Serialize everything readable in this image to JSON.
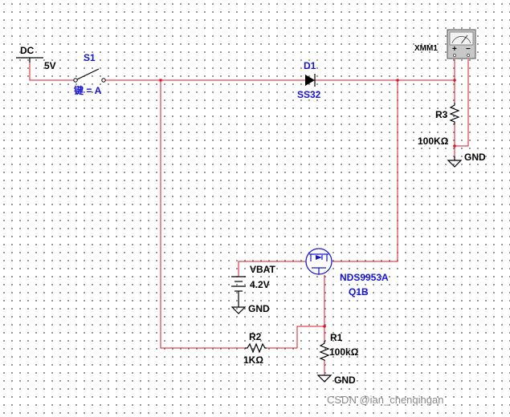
{
  "source": {
    "name": "DC",
    "value": "5V"
  },
  "switch": {
    "name": "S1",
    "key": "键 = A"
  },
  "diode": {
    "name": "D1",
    "part": "SS32"
  },
  "meter": {
    "name": "XMM1",
    "plus": "+",
    "minus": "−"
  },
  "r3": {
    "name": "R3",
    "value": "100KΩ"
  },
  "gnd_label": "GND",
  "battery": {
    "name": "VBAT",
    "value": "4.2V"
  },
  "mosfet": {
    "part": "NDS9953A",
    "name": "Q1B"
  },
  "r2": {
    "name": "R2",
    "value": "1KΩ"
  },
  "r1": {
    "name": "R1",
    "value": "100kΩ"
  },
  "watermark": "CSDN @ian_chenqingan",
  "colors": {
    "wire": "#e0141e",
    "component_label": "#1414d8",
    "grid_dot": "#7a7a7a"
  }
}
